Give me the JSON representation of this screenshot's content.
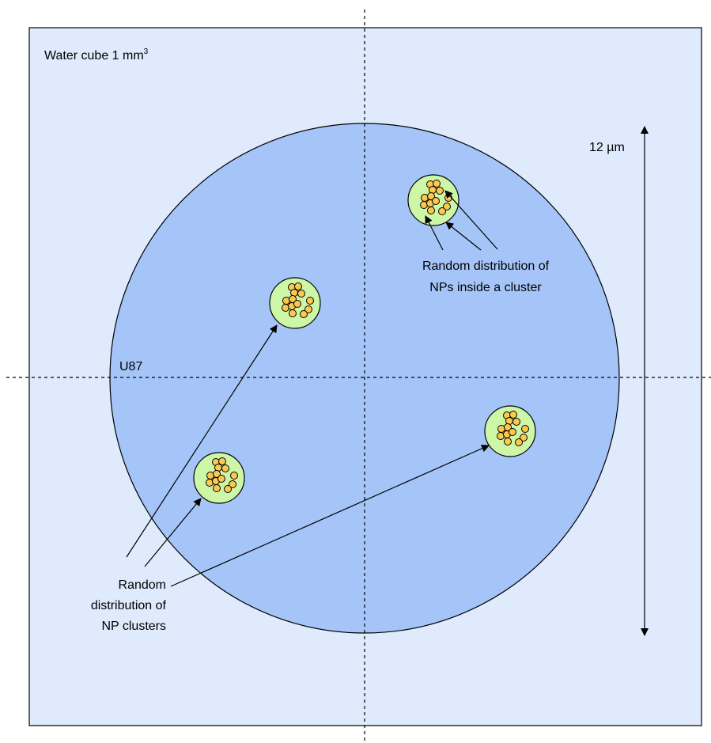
{
  "labels": {
    "water_cube": "Water cube 1 mm",
    "water_cube_superscript": "3",
    "scale": "12 µm",
    "cell": "U87",
    "nps_line1": "Random distribution of",
    "nps_line2": "NPs inside a cluster",
    "clusters_line1": "Random",
    "clusters_line2": "distribution of",
    "clusters_line3": "NP clusters"
  },
  "colors": {
    "water_cube_fill": "#dfeafc",
    "cell_fill": "#a5c5f8",
    "cluster_fill": "#cdf7a6",
    "np_fill": "#fcc94f",
    "stroke": "#000000"
  }
}
